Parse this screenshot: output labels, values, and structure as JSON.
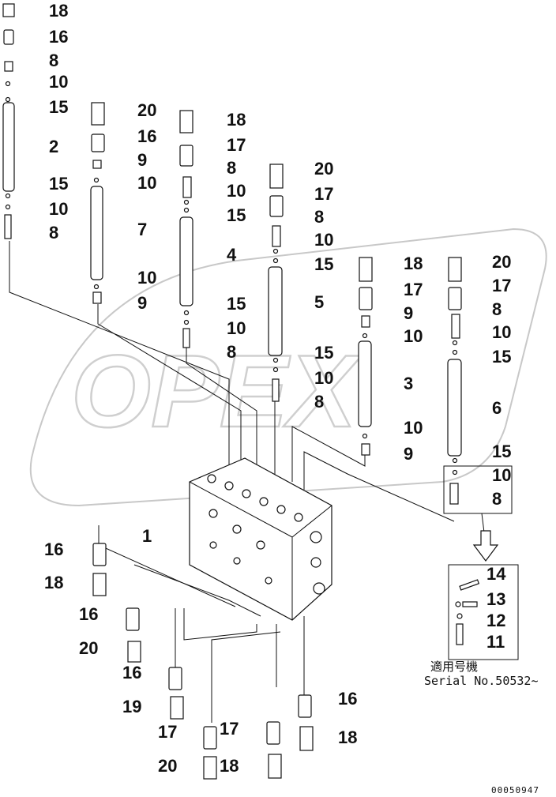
{
  "watermark": "OPEX",
  "part_labels": {
    "n18a": "18",
    "n16a": "16",
    "n8a": "8",
    "n10a": "10",
    "n15a": "15",
    "n2": "2",
    "n15b": "15",
    "n10b": "10",
    "n8b": "8",
    "n20a": "20",
    "n16b": "16",
    "n9a": "9",
    "n10c": "10",
    "n7": "7",
    "n10d": "10",
    "n9b": "9",
    "n18b": "18",
    "n17a": "17",
    "n8c": "8",
    "n10e": "10",
    "n15c": "15",
    "n4": "4",
    "n15d": "15",
    "n10f": "10",
    "n8d": "8",
    "n20b": "20",
    "n17b": "17",
    "n8e": "8",
    "n10g": "10",
    "n15e": "15",
    "n5": "5",
    "n15f": "15",
    "n10h": "10",
    "n8f": "8",
    "n18c": "18",
    "n17c": "17",
    "n9c": "9",
    "n10i": "10",
    "n3": "3",
    "n10j": "10",
    "n9d": "9",
    "n20c": "20",
    "n17d": "17",
    "n8g": "8",
    "n10k": "10",
    "n15g": "15",
    "n6": "6",
    "n15h": "15",
    "n10l": "10",
    "n8h": "8",
    "n1": "1",
    "n14": "14",
    "n13": "13",
    "n12": "12",
    "n11": "11",
    "n16c": "16",
    "n18d": "18",
    "n16d": "16",
    "n20d": "20",
    "n16e": "16",
    "n19": "19",
    "n17e": "17",
    "n17f": "17",
    "n18e": "18",
    "n20e": "20",
    "n18f": "18",
    "n16f": "16"
  },
  "notes": {
    "applicable_jp": "適用号機",
    "serial": "Serial No.50532~",
    "doc_id": "00050947"
  }
}
